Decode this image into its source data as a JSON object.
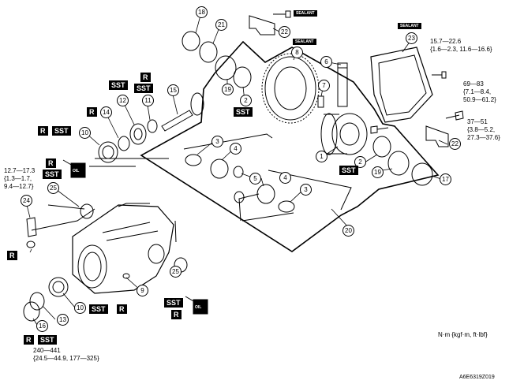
{
  "labels": {
    "sst": "SST",
    "r": "R",
    "sealant": "SEALANT",
    "oil": "OIL"
  },
  "parts": {
    "p1": "1",
    "p2": "2",
    "p3": "3",
    "p4": "4",
    "p5": "5",
    "p6": "6",
    "p7": "7",
    "p8": "8",
    "p9": "9",
    "p10": "10",
    "p11": "11",
    "p12": "12",
    "p13": "13",
    "p14": "14",
    "p15": "15",
    "p16": "16",
    "p17": "17",
    "p18": "18",
    "p19": "19",
    "p20": "20",
    "p21": "21",
    "p22": "22",
    "p23": "23",
    "p24": "24",
    "p25": "25"
  },
  "torques": {
    "cover_bolt": [
      "15.7—22.6",
      "{1.6—2.3, 11.6—16.6}"
    ],
    "drain_plug": [
      "69—83",
      "{7.1—8.4,",
      "50.9—61.2}"
    ],
    "cap_bolt": [
      "37—51",
      "{3.8—5.2,",
      "27.3—37.6}"
    ],
    "sensor": [
      "12.7—17.3",
      "{1.3—1.7,",
      "9.4—12.7}"
    ],
    "locknut": [
      "240—441",
      "{24.5—44.9, 177—325}"
    ]
  },
  "unit_note": "N·m {kgf·m, ft·lbf}",
  "figure_code": "A6E6319Z019"
}
